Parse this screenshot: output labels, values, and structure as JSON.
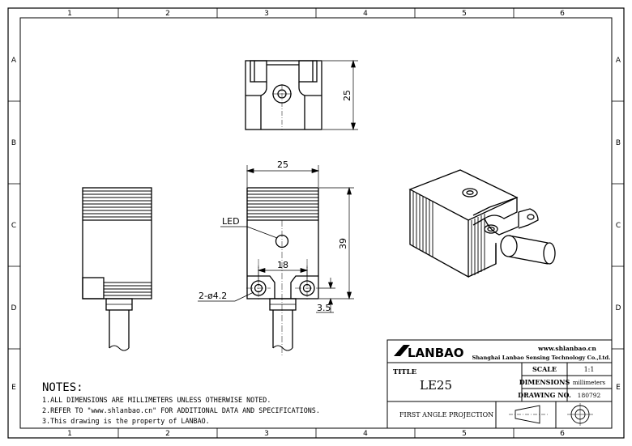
{
  "frame": {
    "columns": [
      "1",
      "2",
      "3",
      "4",
      "5",
      "6"
    ],
    "rows": [
      "A",
      "B",
      "C",
      "D",
      "E"
    ]
  },
  "dimensions": {
    "top_height": "25",
    "front_width": "25",
    "front_height": "39",
    "hole_spacing": "18",
    "hole_dia": "2-ø4.2",
    "hole_offset": "3.5",
    "led_label": "LED"
  },
  "notes": {
    "title": "NOTES:",
    "lines": [
      "1.ALL DIMENSIONS ARE MILLIMETERS UNLESS OTHERWISE NOTED.",
      "2.REFER TO \"www.shlanbao.cn\" FOR ADDITIONAL DATA AND SPECIFICATIONS.",
      "3.This drawing is the property of LANBAO."
    ]
  },
  "title_block": {
    "brand": "LANBAO",
    "website": "www.shlanbao.cn",
    "company": "Shanghai Lanbao Sensing Technology Co.,Ltd.",
    "title_label": "TITLE",
    "part": "LE25",
    "scale_label": "SCALE",
    "scale_value": "1:1",
    "dimensions_label": "DIMENSIONS",
    "dimensions_value": "millimeters",
    "drawing_label": "DRAWING NO.",
    "drawing_value": "180792",
    "projection": "FIRST ANGLE PROJECTION"
  }
}
